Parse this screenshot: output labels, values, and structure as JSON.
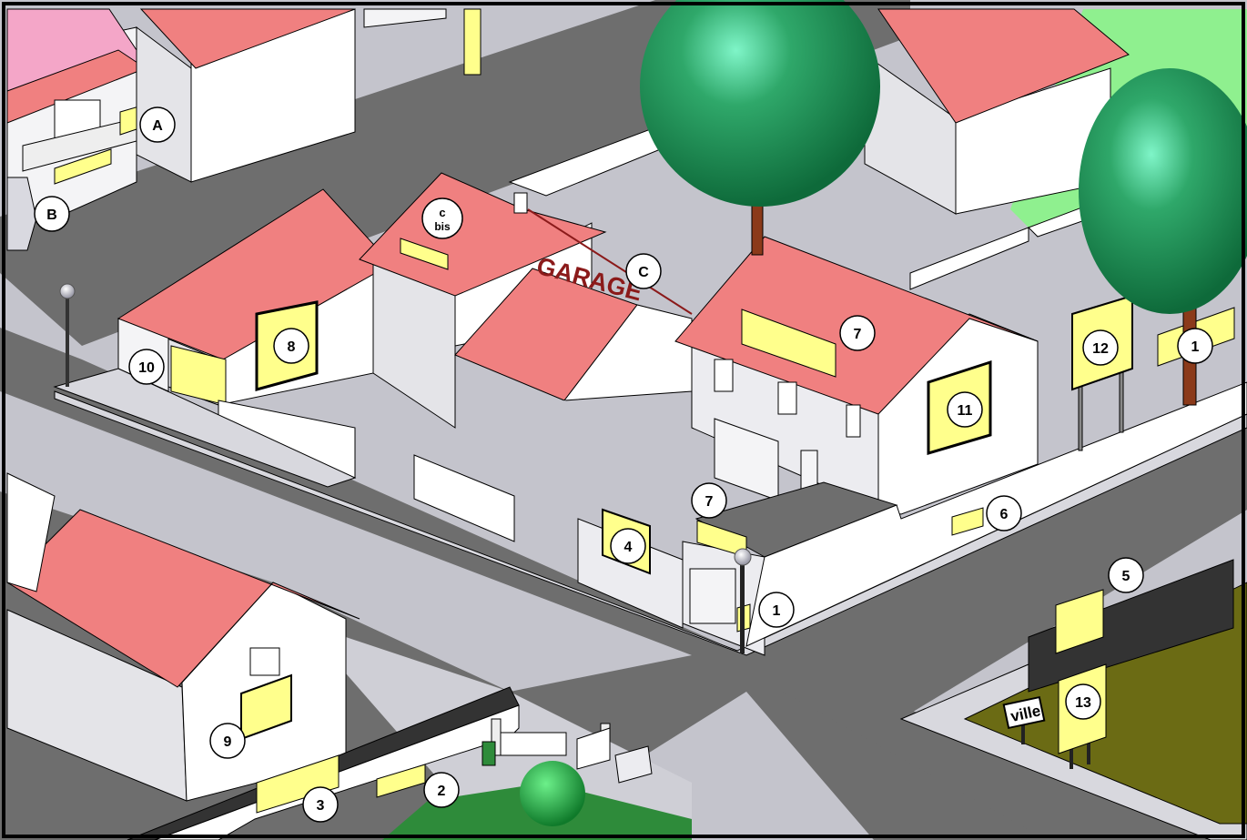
{
  "texts": {
    "garage_sign": "GARAGE",
    "town_sign": "ville"
  },
  "markers": {
    "A": "A",
    "B": "B",
    "C": "C",
    "c_bis_line1": "c",
    "c_bis_line2": "bis",
    "m1_right": "1",
    "m1_corner": "1",
    "m2": "2",
    "m3": "3",
    "m4": "4",
    "m5": "5",
    "m6": "6",
    "m7_roof": "7",
    "m7_wall": "7",
    "m8": "8",
    "m9": "9",
    "m10": "10",
    "m11": "11",
    "m12": "12",
    "m13": "13"
  },
  "colors": {
    "road": "#6e6e6e",
    "sidewalk": "#cfcfd6",
    "ground": "#c4c4cc",
    "roof": "#f08080",
    "wall": "#ffffff",
    "wall_shade": "#e4e4e8",
    "sign": "#ffff8c",
    "tree": "#1f8f4f",
    "lawn_light": "#8ff08f",
    "lawn_dark": "#6b6b14",
    "grass_dark": "#2e8b3a",
    "outline": "#000000",
    "garage_text": "#8b1a1a"
  }
}
